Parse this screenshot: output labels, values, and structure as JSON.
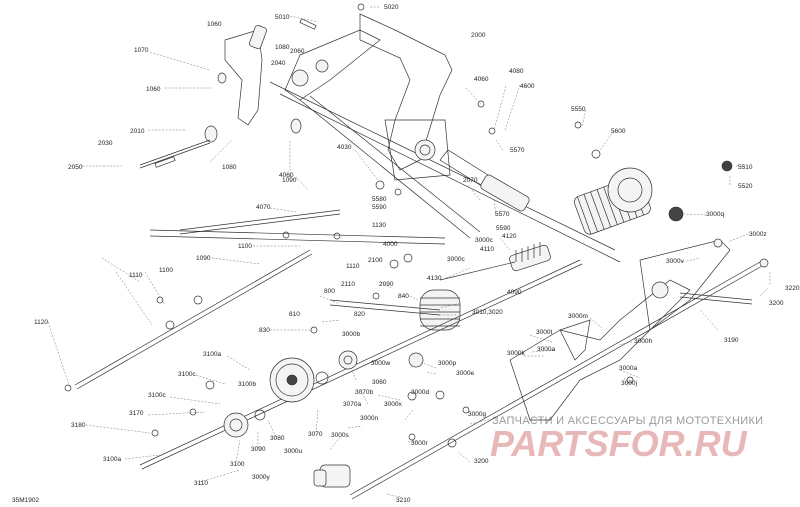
{
  "diagram_ref": "35M1902",
  "watermark": {
    "tagline": "ЗАПЧАСТИ И АКСЕССУАРЫ ДЛЯ МОТОТЕХНИКИ",
    "brand": "PARTSFOR.RU"
  },
  "callouts": [
    "5010",
    "5020",
    "1060",
    "1070",
    "1080",
    "2060",
    "2040",
    "2000",
    "1060",
    "4060",
    "4080",
    "4600",
    "5550",
    "5600",
    "2030",
    "2010",
    "5570",
    "1080",
    "2050",
    "1090",
    "4030",
    "4060",
    "5510",
    "5520",
    "2070",
    "5580",
    "5590",
    "4070",
    "5570",
    "5590",
    "3000q",
    "1130",
    "4120",
    "3000z",
    "3000c",
    "4110",
    "1100",
    "4000",
    "3000c",
    "4130",
    "1090",
    "2100",
    "1110",
    "1100",
    "1110",
    "4090",
    "3000v",
    "2110",
    "800",
    "840",
    "3220",
    "2090",
    "3200",
    "810",
    "820",
    "3010,3020",
    "1120",
    "830",
    "3000t",
    "3000m",
    "3190",
    "3000b",
    "3000k",
    "3000a",
    "3000h",
    "3100a",
    "3000w",
    "3000p",
    "3000a",
    "3100c",
    "3060",
    "3000e",
    "3000j",
    "3100b",
    "3070b",
    "3100c",
    "3000d",
    "3070a",
    "3000x",
    "3170",
    "3000g",
    "3180",
    "3000n",
    "3080",
    "3070",
    "3000s",
    "3000r",
    "3090",
    "3000u",
    "3100a",
    "3200",
    "3100",
    "3110",
    "3000y",
    "3210"
  ]
}
